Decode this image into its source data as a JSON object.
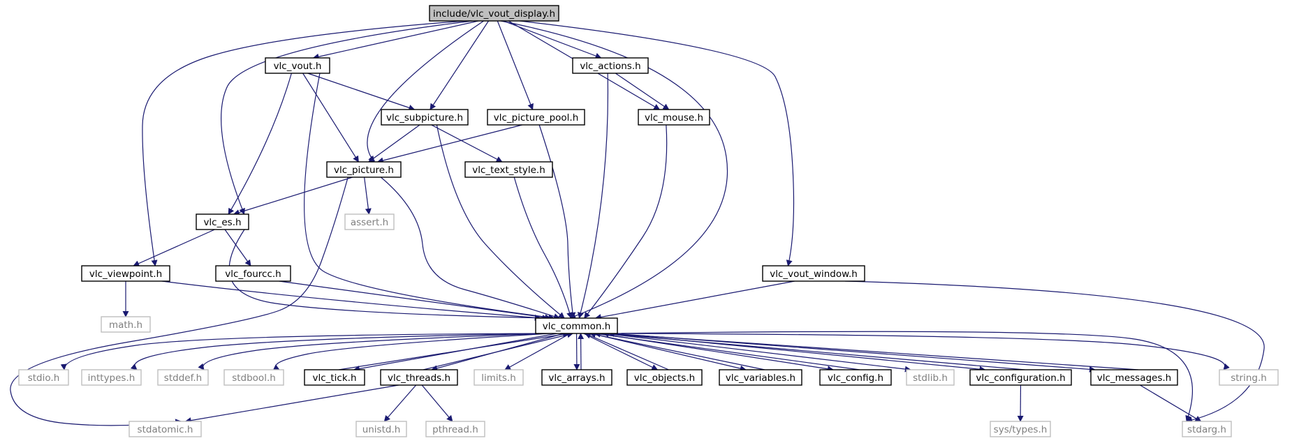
{
  "colors": {
    "edge": "#191970",
    "root_fill": "#bfbfbf",
    "node_fill": "#ffffff",
    "node_border": "#000000",
    "external_border": "#bfbfbf",
    "external_text": "#7f7f7f"
  },
  "nodes": {
    "root": "include/vlc_vout_display.h",
    "vout": "vlc_vout.h",
    "actions": "vlc_actions.h",
    "subpicture": "vlc_subpicture.h",
    "picture_pool": "vlc_picture_pool.h",
    "mouse": "vlc_mouse.h",
    "picture": "vlc_picture.h",
    "text_style": "vlc_text_style.h",
    "es": "vlc_es.h",
    "assert": "assert.h",
    "viewpoint": "vlc_viewpoint.h",
    "fourcc": "vlc_fourcc.h",
    "vout_window": "vlc_vout_window.h",
    "math": "math.h",
    "common": "vlc_common.h",
    "stdio": "stdio.h",
    "inttypes": "inttypes.h",
    "stddef": "stddef.h",
    "stdbool": "stdbool.h",
    "tick": "vlc_tick.h",
    "threads": "vlc_threads.h",
    "limits": "limits.h",
    "arrays": "vlc_arrays.h",
    "objects": "vlc_objects.h",
    "variables": "vlc_variables.h",
    "config": "vlc_config.h",
    "stdlib": "stdlib.h",
    "configuration": "vlc_configuration.h",
    "messages": "vlc_messages.h",
    "string": "string.h",
    "stdatomic": "stdatomic.h",
    "unistd": "unistd.h",
    "pthread": "pthread.h",
    "systypes": "sys/types.h",
    "stdarg": "stdarg.h"
  }
}
